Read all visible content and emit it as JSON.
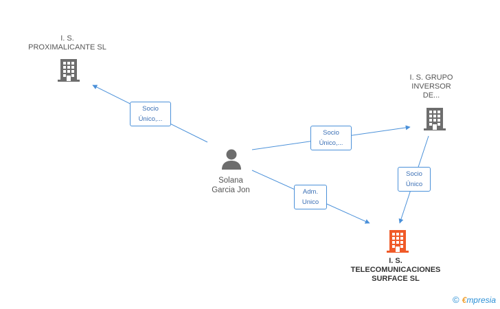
{
  "nodes": {
    "proximalicante": {
      "line1": "I.  S.",
      "line2": "PROXIMALICANTE SL"
    },
    "grupo_inversor": {
      "line1": "I.  S. GRUPO",
      "line2": "INVERSOR",
      "line3": "DE..."
    },
    "person": {
      "line1": "Solana",
      "line2": "Garcia Jon"
    },
    "telecom": {
      "line1": "I.  S.",
      "line2": "TELECOMUNICACIONES",
      "line3": "SURFACE  SL"
    }
  },
  "edges": {
    "e1": {
      "line1": "Socio",
      "line2": "Único,..."
    },
    "e2": {
      "line1": "Socio",
      "line2": "Único,..."
    },
    "e3": {
      "line1": "Adm.",
      "line2": "Unico"
    },
    "e4": {
      "line1": "Socio",
      "line2": "Único"
    }
  },
  "footer": {
    "copyright": "©",
    "brand_initial": "€",
    "brand_rest": "mpresia"
  },
  "colors": {
    "edge": "#4a90d9",
    "company_icon": "#6d6d6d",
    "focus_icon": "#f05a28",
    "person_icon": "#6d6d6d"
  }
}
